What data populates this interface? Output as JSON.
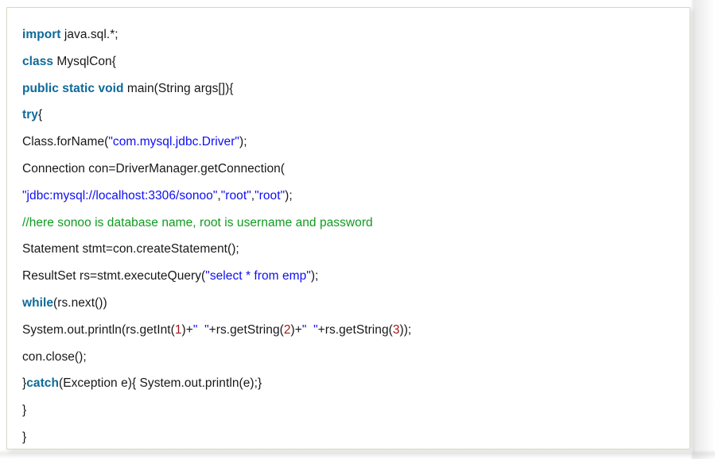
{
  "document": {
    "type": "code-snippet",
    "language": "java",
    "title": "MysqlCon"
  },
  "theme": {
    "page_background": "#ffffff",
    "box_background": "#ffffff",
    "box_border": "#d8d8c4",
    "keyword_color": "#0d6a9a",
    "string_color": "#0e0ef5",
    "comment_color": "#0f9b1f",
    "number_color": "#a31818",
    "text_color": "#17181a"
  },
  "code": {
    "lines": [
      {
        "id": "line-1",
        "tokens": [
          {
            "t": "kw",
            "s": "import"
          },
          {
            "t": "plain",
            "s": " java.sql.*;"
          }
        ]
      },
      {
        "id": "line-2",
        "tokens": [
          {
            "t": "kw",
            "s": "class"
          },
          {
            "t": "plain",
            "s": " MysqlCon{"
          }
        ]
      },
      {
        "id": "line-3",
        "tokens": [
          {
            "t": "kw",
            "s": "public static void"
          },
          {
            "t": "plain",
            "s": " main(String args[]){"
          }
        ]
      },
      {
        "id": "line-4",
        "tokens": [
          {
            "t": "kw",
            "s": "try"
          },
          {
            "t": "plain",
            "s": "{"
          }
        ]
      },
      {
        "id": "line-5",
        "tokens": [
          {
            "t": "plain",
            "s": "Class.forName("
          },
          {
            "t": "str",
            "s": "\"com.mysql.jdbc.Driver\""
          },
          {
            "t": "plain",
            "s": ");"
          }
        ]
      },
      {
        "id": "line-6",
        "tokens": [
          {
            "t": "plain",
            "s": "Connection con=DriverManager.getConnection("
          }
        ]
      },
      {
        "id": "line-7",
        "tokens": [
          {
            "t": "str",
            "s": "\"jdbc:mysql://localhost:3306/sonoo\""
          },
          {
            "t": "plain",
            "s": ","
          },
          {
            "t": "str",
            "s": "\"root\""
          },
          {
            "t": "plain",
            "s": ","
          },
          {
            "t": "str",
            "s": "\"root\""
          },
          {
            "t": "plain",
            "s": ");"
          }
        ]
      },
      {
        "id": "line-8",
        "tokens": [
          {
            "t": "com",
            "s": "//here sonoo is database name, root is username and password"
          }
        ]
      },
      {
        "id": "line-9",
        "tokens": [
          {
            "t": "plain",
            "s": "Statement stmt=con.createStatement();"
          }
        ]
      },
      {
        "id": "line-10",
        "tokens": [
          {
            "t": "plain",
            "s": "ResultSet rs=stmt.executeQuery("
          },
          {
            "t": "str",
            "s": "\"select * from emp\""
          },
          {
            "t": "plain",
            "s": ");"
          }
        ]
      },
      {
        "id": "line-11",
        "tokens": [
          {
            "t": "kw",
            "s": "while"
          },
          {
            "t": "plain",
            "s": "(rs.next())"
          }
        ]
      },
      {
        "id": "line-12",
        "tokens": [
          {
            "t": "plain",
            "s": "System.out.println(rs.getInt("
          },
          {
            "t": "num",
            "s": "1"
          },
          {
            "t": "plain",
            "s": ")+"
          },
          {
            "t": "str",
            "s": "\"  \""
          },
          {
            "t": "plain",
            "s": "+rs.getString("
          },
          {
            "t": "num",
            "s": "2"
          },
          {
            "t": "plain",
            "s": ")+"
          },
          {
            "t": "str",
            "s": "\"  \""
          },
          {
            "t": "plain",
            "s": "+rs.getString("
          },
          {
            "t": "num",
            "s": "3"
          },
          {
            "t": "plain",
            "s": "));"
          }
        ]
      },
      {
        "id": "line-13",
        "tokens": [
          {
            "t": "plain",
            "s": "con.close();"
          }
        ]
      },
      {
        "id": "line-14",
        "tokens": [
          {
            "t": "plain",
            "s": "}"
          },
          {
            "t": "kw",
            "s": "catch"
          },
          {
            "t": "plain",
            "s": "(Exception e){ System.out.println(e);}"
          }
        ]
      },
      {
        "id": "line-15",
        "tokens": [
          {
            "t": "plain",
            "s": "}"
          }
        ]
      },
      {
        "id": "line-16",
        "tokens": [
          {
            "t": "plain",
            "s": "}"
          }
        ]
      }
    ]
  }
}
